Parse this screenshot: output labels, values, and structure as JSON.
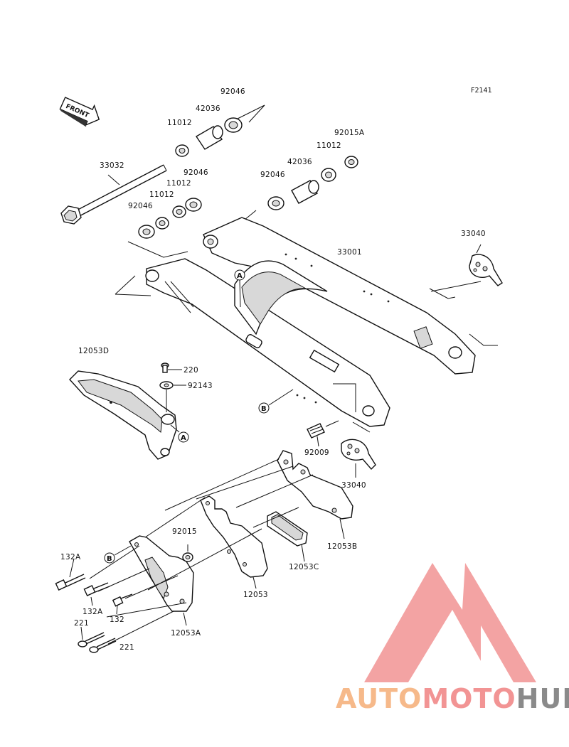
{
  "diagram": {
    "ref_code": "F2141",
    "front_arrow": "FRONT",
    "markers": {
      "a": "A",
      "b": "B"
    },
    "labels": {
      "p92046_top": "92046",
      "p42036_top": "42036",
      "p11012_top": "11012",
      "p92015a": "92015A",
      "p11012_r": "11012",
      "p42036_r": "42036",
      "p92046_r": "92046",
      "p33032": "33032",
      "p92046_m": "92046",
      "p11012_m": "11012",
      "p11012_l": "11012",
      "p92046_l": "92046",
      "p33040_top": "33040",
      "p33001": "33001",
      "p12053d": "12053D",
      "p220": "220",
      "p92143": "92143",
      "p92009": "92009",
      "p33040_bot": "33040",
      "p92015": "92015",
      "p12053b": "12053B",
      "p12053c": "12053C",
      "p132a_top": "132A",
      "p12053": "12053",
      "p132a_bot": "132A",
      "p132": "132",
      "p221_l": "221",
      "p221_r": "221",
      "p12053a": "12053A"
    }
  },
  "watermark": {
    "brand_part1": "AUTO",
    "brand_part2": "MOTO",
    "brand_part3": "HUB",
    "colors": {
      "orange": "#f6b98a",
      "pink": "#f29494",
      "grey": "#8a8a8a"
    }
  }
}
